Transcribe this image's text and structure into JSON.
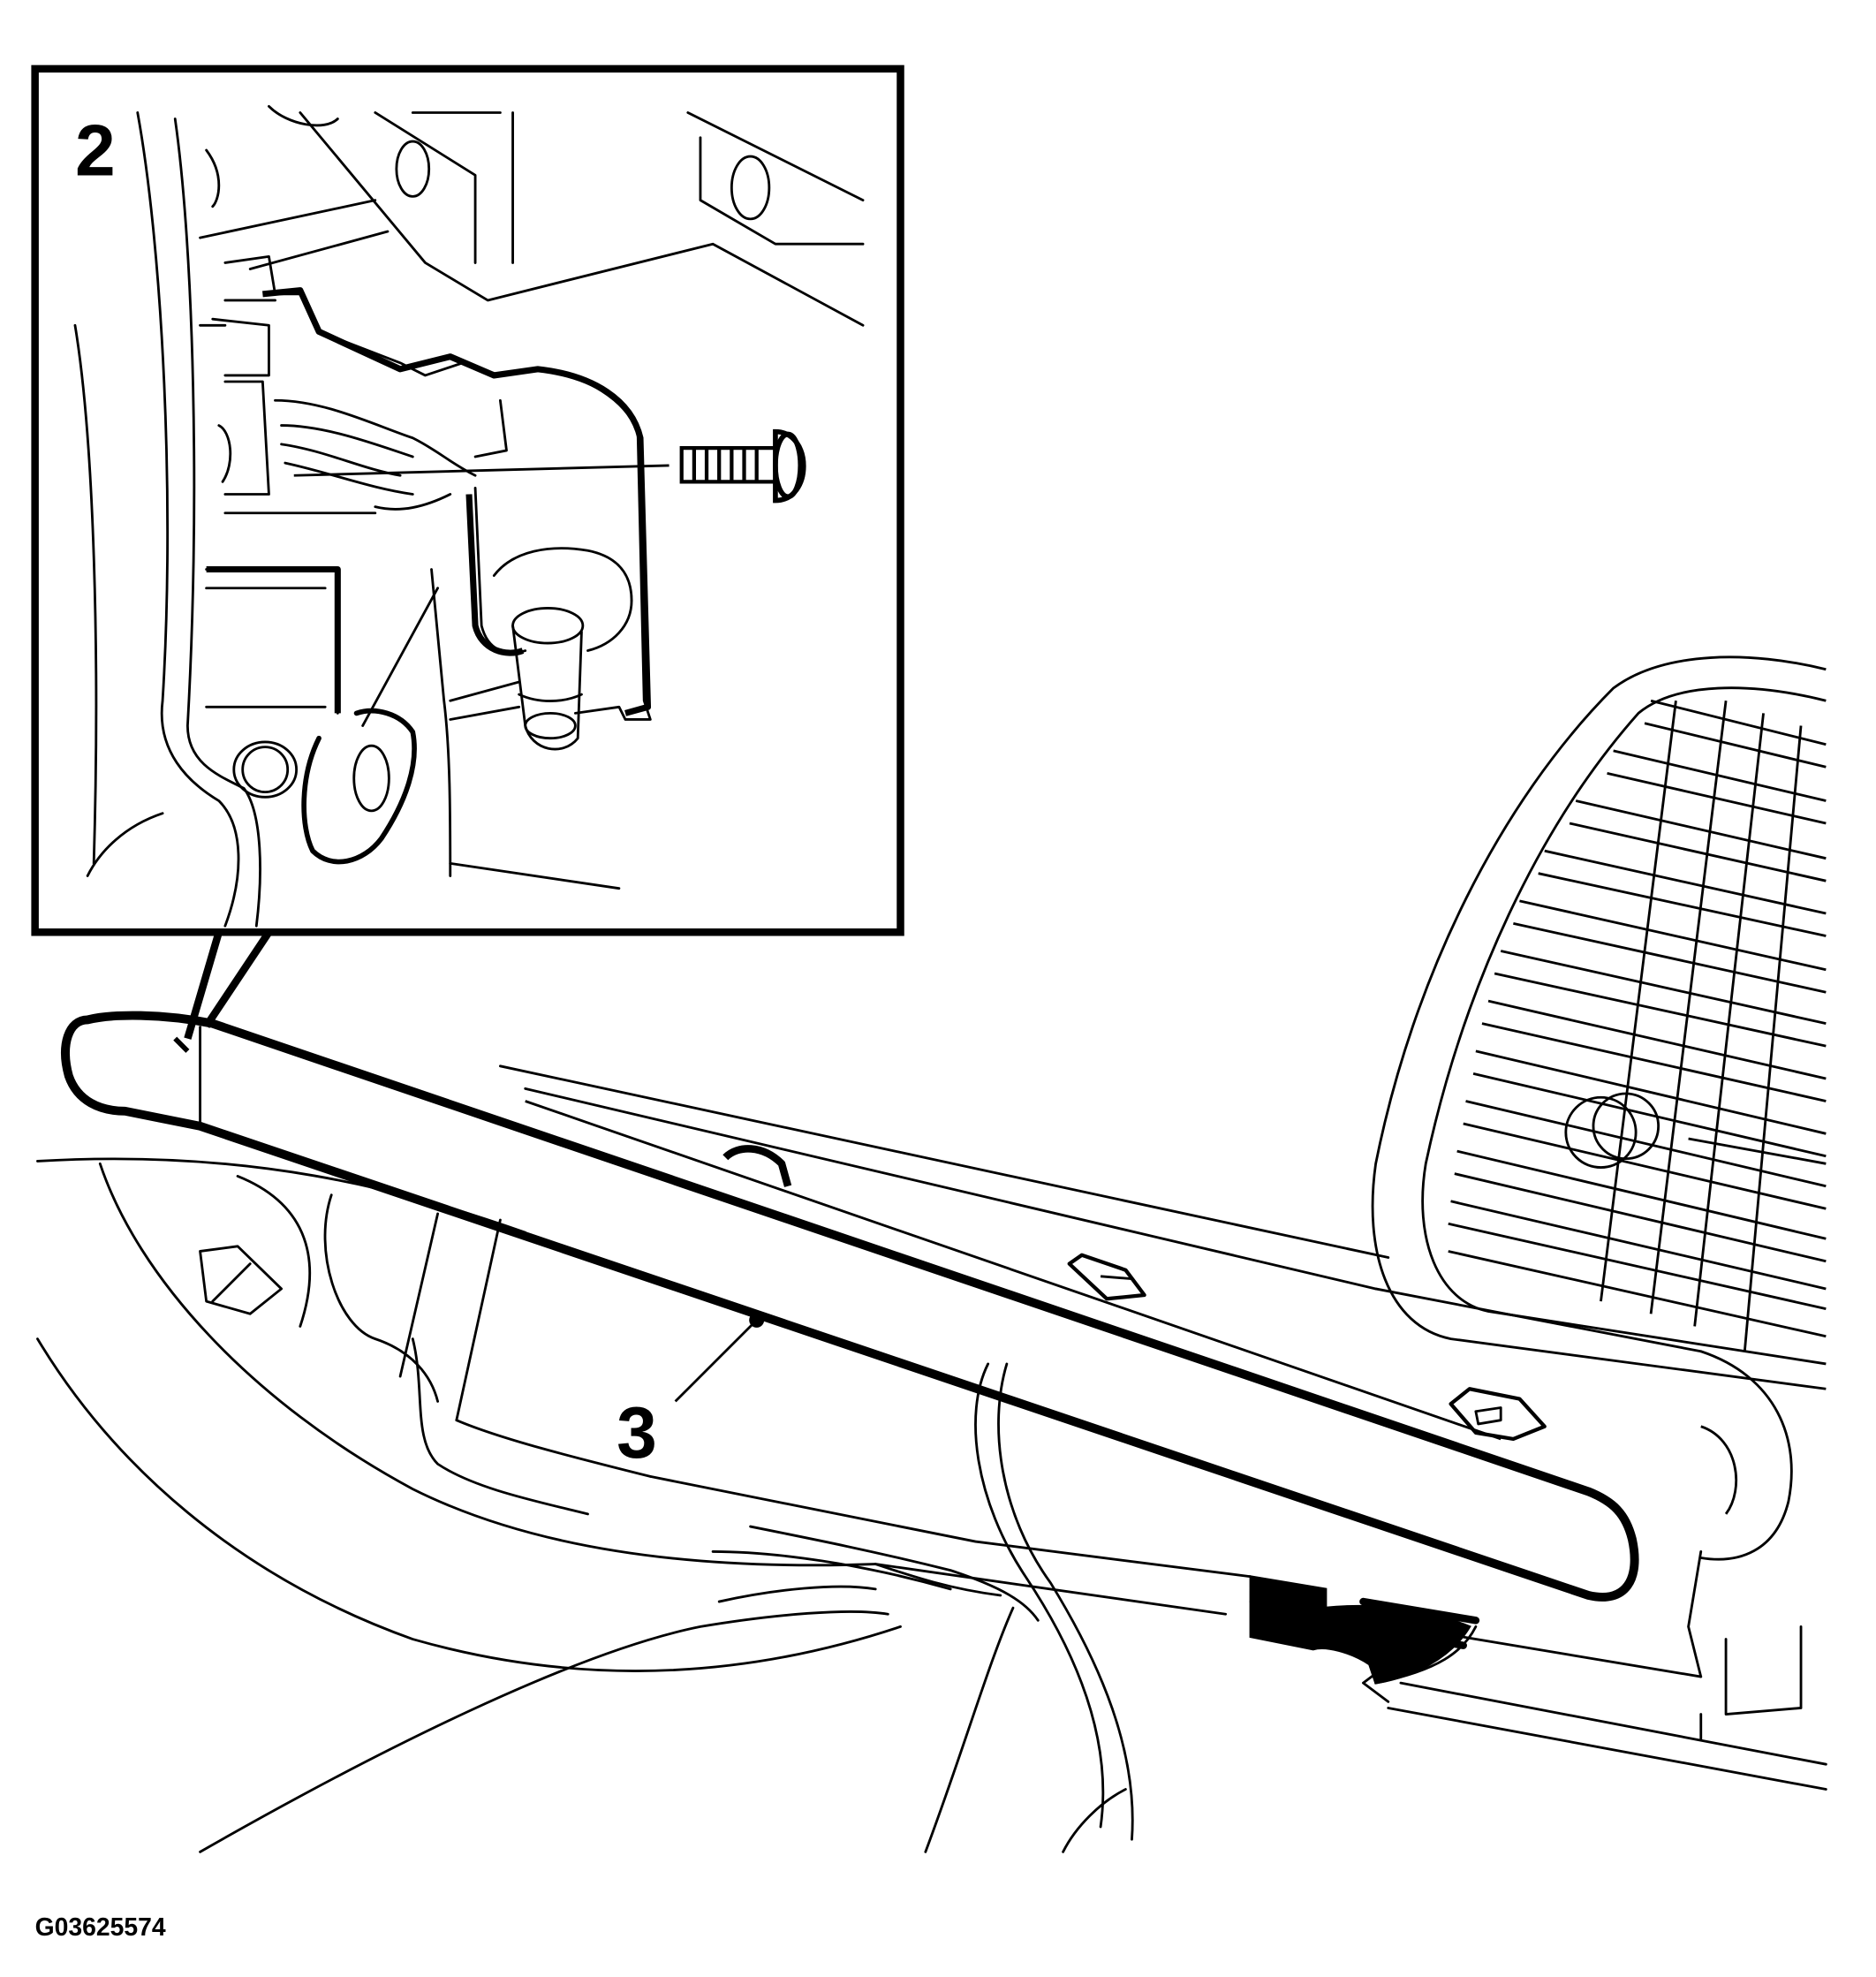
{
  "callouts": {
    "inset_step": "2",
    "part_number": "3"
  },
  "figure_id": "G03625574",
  "colors": {
    "line": "#000000",
    "background": "#ffffff"
  }
}
